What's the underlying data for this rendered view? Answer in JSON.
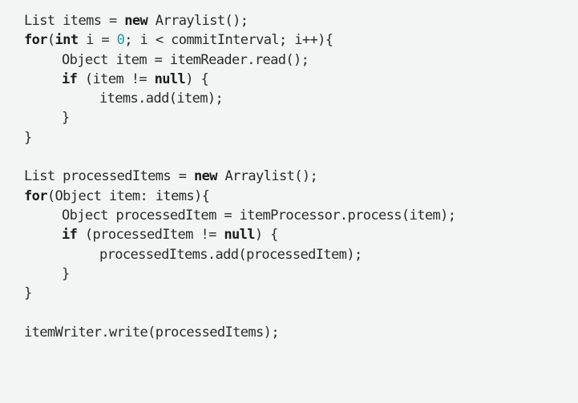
{
  "colors": {
    "background": "#f3f4f4",
    "text": "#2a2a2a",
    "keyword": "#1c1c1c",
    "number": "#1d9aa0"
  },
  "code": {
    "l1": {
      "a": "List items = ",
      "kw1": "new",
      "b": " Arraylist();"
    },
    "l2": {
      "kw1": "for",
      "b": "(",
      "kw2": "int",
      "c": " i = ",
      "num": "0",
      "d": "; i < commitInterval; i++){"
    },
    "l3": {
      "a": "Object item = itemReader.read();"
    },
    "l4": {
      "kw1": "if",
      "b": " (item != ",
      "kw2": "null",
      "c": ") {"
    },
    "l5": {
      "a": "items.add(item);"
    },
    "l6": {
      "a": "}"
    },
    "l7": {
      "a": "}"
    },
    "l9": {
      "a": "List processedItems = ",
      "kw1": "new",
      "b": " Arraylist();"
    },
    "l10": {
      "kw1": "for",
      "b": "(Object item: items){"
    },
    "l11": {
      "a": "Object processedItem = itemProcessor.process(item);"
    },
    "l12": {
      "kw1": "if",
      "b": " (processedItem != ",
      "kw2": "null",
      "c": ") {"
    },
    "l13": {
      "a": "processedItems.add(processedItem);"
    },
    "l14": {
      "a": "}"
    },
    "l15": {
      "a": "}"
    },
    "l17": {
      "a": "itemWriter.write(processedItems);"
    }
  }
}
